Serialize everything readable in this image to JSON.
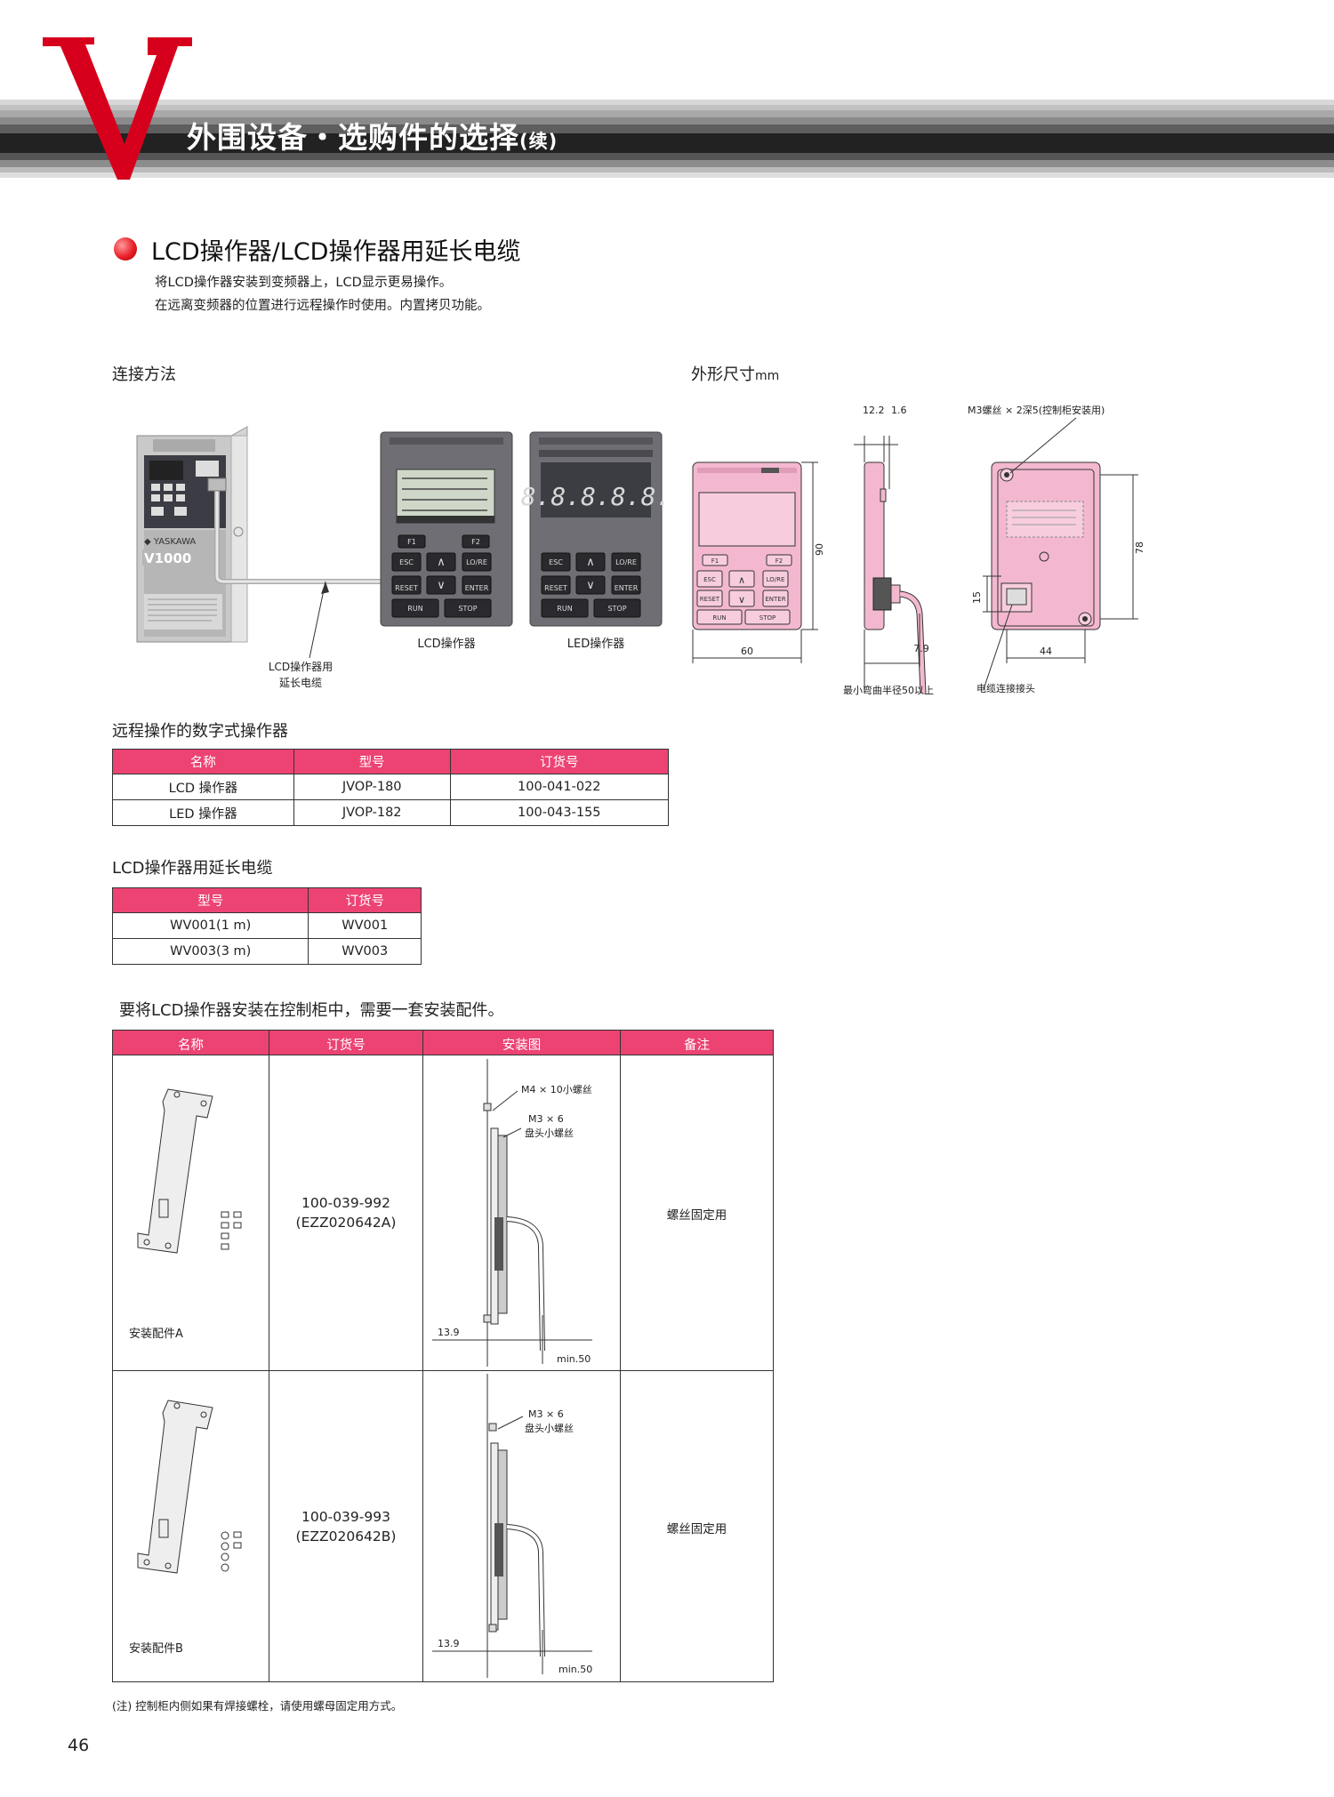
{
  "header": {
    "title": "外围设备・选购件的选择",
    "title_suffix": "(续)"
  },
  "section": {
    "title": "LCD操作器/LCD操作器用延长电缆",
    "desc1": "将LCD操作器安装到变频器上，LCD显示更易操作。",
    "desc2": "在远离变频器的位置进行远程操作时使用。内置拷贝功能。"
  },
  "connection": {
    "heading": "连接方法",
    "inverter_label": "V1000",
    "lcd_label": "LCD操作器",
    "led_label": "LED操作器",
    "cable_label1": "LCD操作器用",
    "cable_label2": "延长电缆",
    "led_digits": "8.8.8.8.8.",
    "btn_f1": "F1",
    "btn_f2": "F2",
    "btn_esc": "ESC",
    "btn_reset": "RESET",
    "btn_enter": "ENTER",
    "btn_run": "RUN",
    "btn_stop": "STOP"
  },
  "dimensions": {
    "heading": "外形尺寸",
    "unit": "mm",
    "d_12_2": "12.2",
    "d_1_6": "1.6",
    "screw_note": "M3螺丝 × 2深5(控制柜安装用)",
    "d_90": "90",
    "d_60": "60",
    "d_7_9": "7.9",
    "d_15": "15",
    "d_78": "78",
    "d_44": "44",
    "bend_note": "最小弯曲半径50以上",
    "conn_note": "电缆连接接头"
  },
  "remote_table": {
    "title": "远程操作的数字式操作器",
    "headers": [
      "名称",
      "型号",
      "订货号"
    ],
    "rows": [
      [
        "LCD 操作器",
        "JVOP-180",
        "100-041-022"
      ],
      [
        "LED 操作器",
        "JVOP-182",
        "100-043-155"
      ]
    ]
  },
  "cable_table": {
    "title": "LCD操作器用延长电缆",
    "headers": [
      "型号",
      "订货号"
    ],
    "rows": [
      [
        "WV001(1 m)",
        "WV001"
      ],
      [
        "WV003(3 m)",
        "WV003"
      ]
    ]
  },
  "mount_table": {
    "title": "要将LCD操作器安装在控制柜中，需要一套安装配件。",
    "headers": [
      "名称",
      "订货号",
      "安装图",
      "备注"
    ],
    "rows": [
      {
        "name": "安装配件A",
        "order1": "100-039-992",
        "order2": "(EZZ020642A)",
        "screw1": "M4 × 10小螺丝",
        "screw2": "M3 × 6",
        "screw3": "盘头小螺丝",
        "dim": "13.9",
        "min": "min.50",
        "note": "螺丝固定用"
      },
      {
        "name": "安装配件B",
        "order1": "100-039-993",
        "order2": "(EZZ020642B)",
        "screw1": "",
        "screw2": "M3 × 6",
        "screw3": "盘头小螺丝",
        "dim": "13.9",
        "min": "min.50",
        "note": "螺丝固定用"
      }
    ]
  },
  "footnote": "(注) 控制柜内侧如果有焊接螺栓，请使用螺母固定用方式。",
  "page_number": "46",
  "colors": {
    "accent": "#ec4373",
    "red": "#e8202a",
    "pink": "#f3b8d0"
  }
}
